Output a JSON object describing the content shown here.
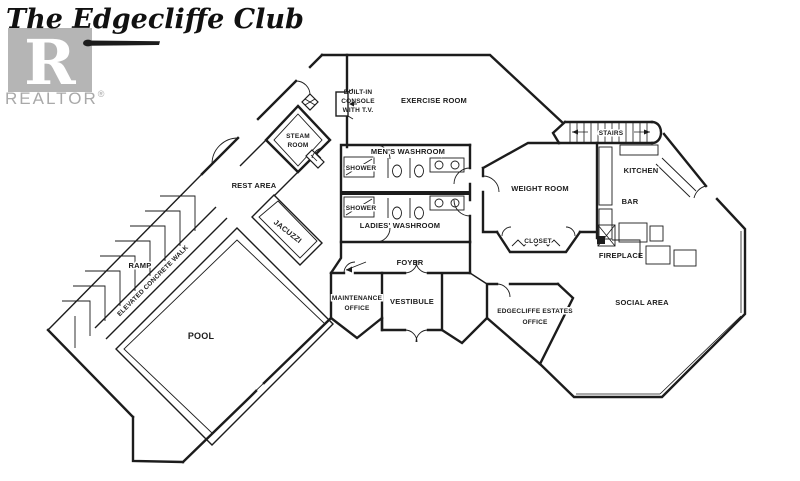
{
  "title": "The Edgecliffe Club",
  "watermark": {
    "letter": "R",
    "label": "REALTOR",
    "registered": "®"
  },
  "colors": {
    "ink": "#1c1c1c",
    "background": "#ffffff",
    "watermark_gray": "#b5b5b5",
    "watermark_text_gray": "#a9a9a9"
  },
  "rooms": {
    "exercise_room": "EXERCISE ROOM",
    "builtin_console": [
      "BUILT-IN",
      "CONSOLE",
      "WITH T.V."
    ],
    "steam_room": [
      "STEAM",
      "ROOM"
    ],
    "rest_area": "REST AREA",
    "mens_washroom": "MEN'S WASHROOM",
    "ladies_washroom": "LADIES' WASHROOM",
    "shower_top": "SHOWER",
    "shower_bottom": "SHOWER",
    "weight_room": "WEIGHT ROOM",
    "stairs": "STAIRS",
    "kitchen": "KITCHEN",
    "bar": "BAR",
    "closet": "CLOSET",
    "fireplace": "FIREPLACE",
    "social_area": "SOCIAL AREA",
    "foyer": "FOYER",
    "vestibule": "VESTIBULE",
    "maintenance_office": [
      "MAINTENANCE",
      "OFFICE"
    ],
    "edgecliffe_office": [
      "EDGECLIFFE ESTATES",
      "OFFICE"
    ],
    "jacuzzi": "JACUZZI",
    "pool": "POOL",
    "ramp": "RAMP",
    "elevated_walk": "ELEVATED CONCRETE WALK"
  }
}
